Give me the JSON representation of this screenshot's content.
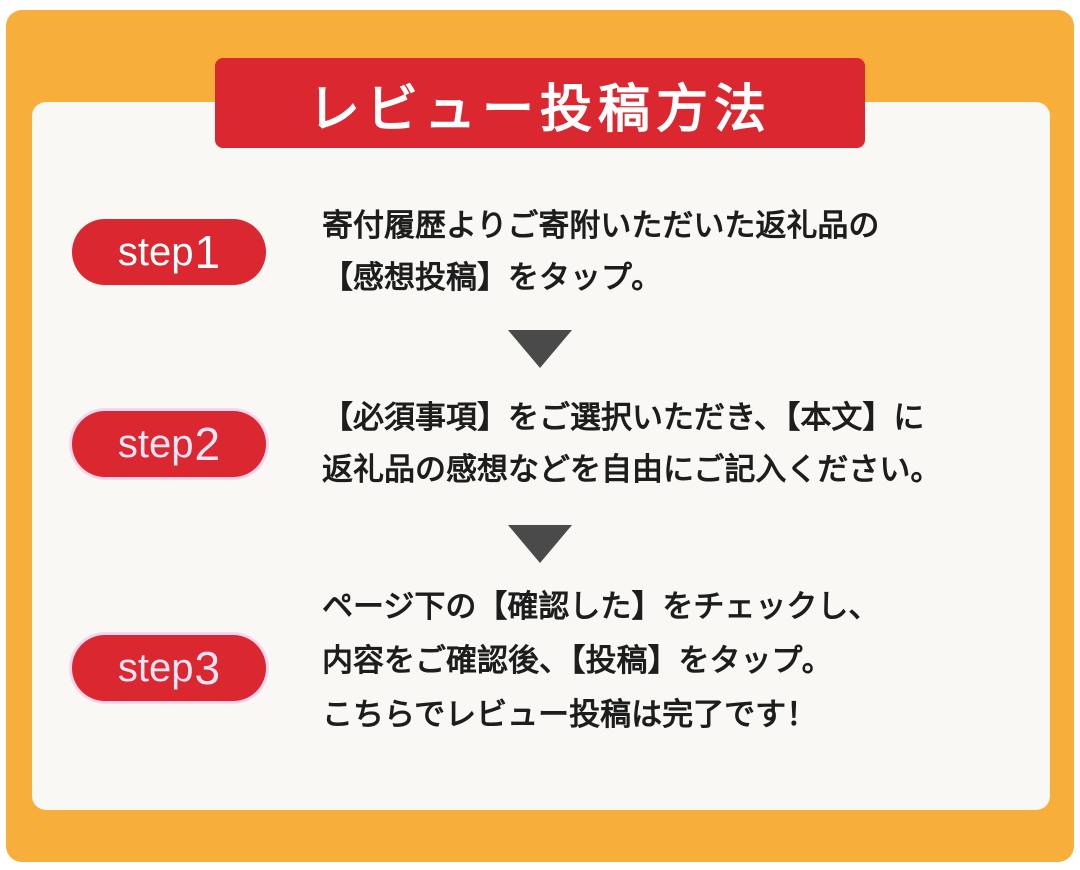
{
  "title": "レビュー投稿方法",
  "steps": [
    {
      "word": "step",
      "num": "1",
      "lines": [
        "寄付履歴よりご寄附いただいた返礼品の",
        "【感想投稿】をタップ。"
      ]
    },
    {
      "word": "step",
      "num": "2",
      "lines": [
        "【必須事項】をご選択いただき、【本文】に",
        "返礼品の感想などを自由にご記入ください。"
      ]
    },
    {
      "word": "step",
      "num": "3",
      "lines": [
        "ページ下の【確認した】をチェックし、",
        "内容をご確認後、【投稿】をタップ。",
        "こちらでレビュー投稿は完了です！"
      ]
    }
  ],
  "colors": {
    "frame": "#F8AE3A",
    "card": "#F9F8F5",
    "accent": "#DB2730",
    "arrow": "#4A4A4A",
    "text": "#1d1d1d"
  }
}
